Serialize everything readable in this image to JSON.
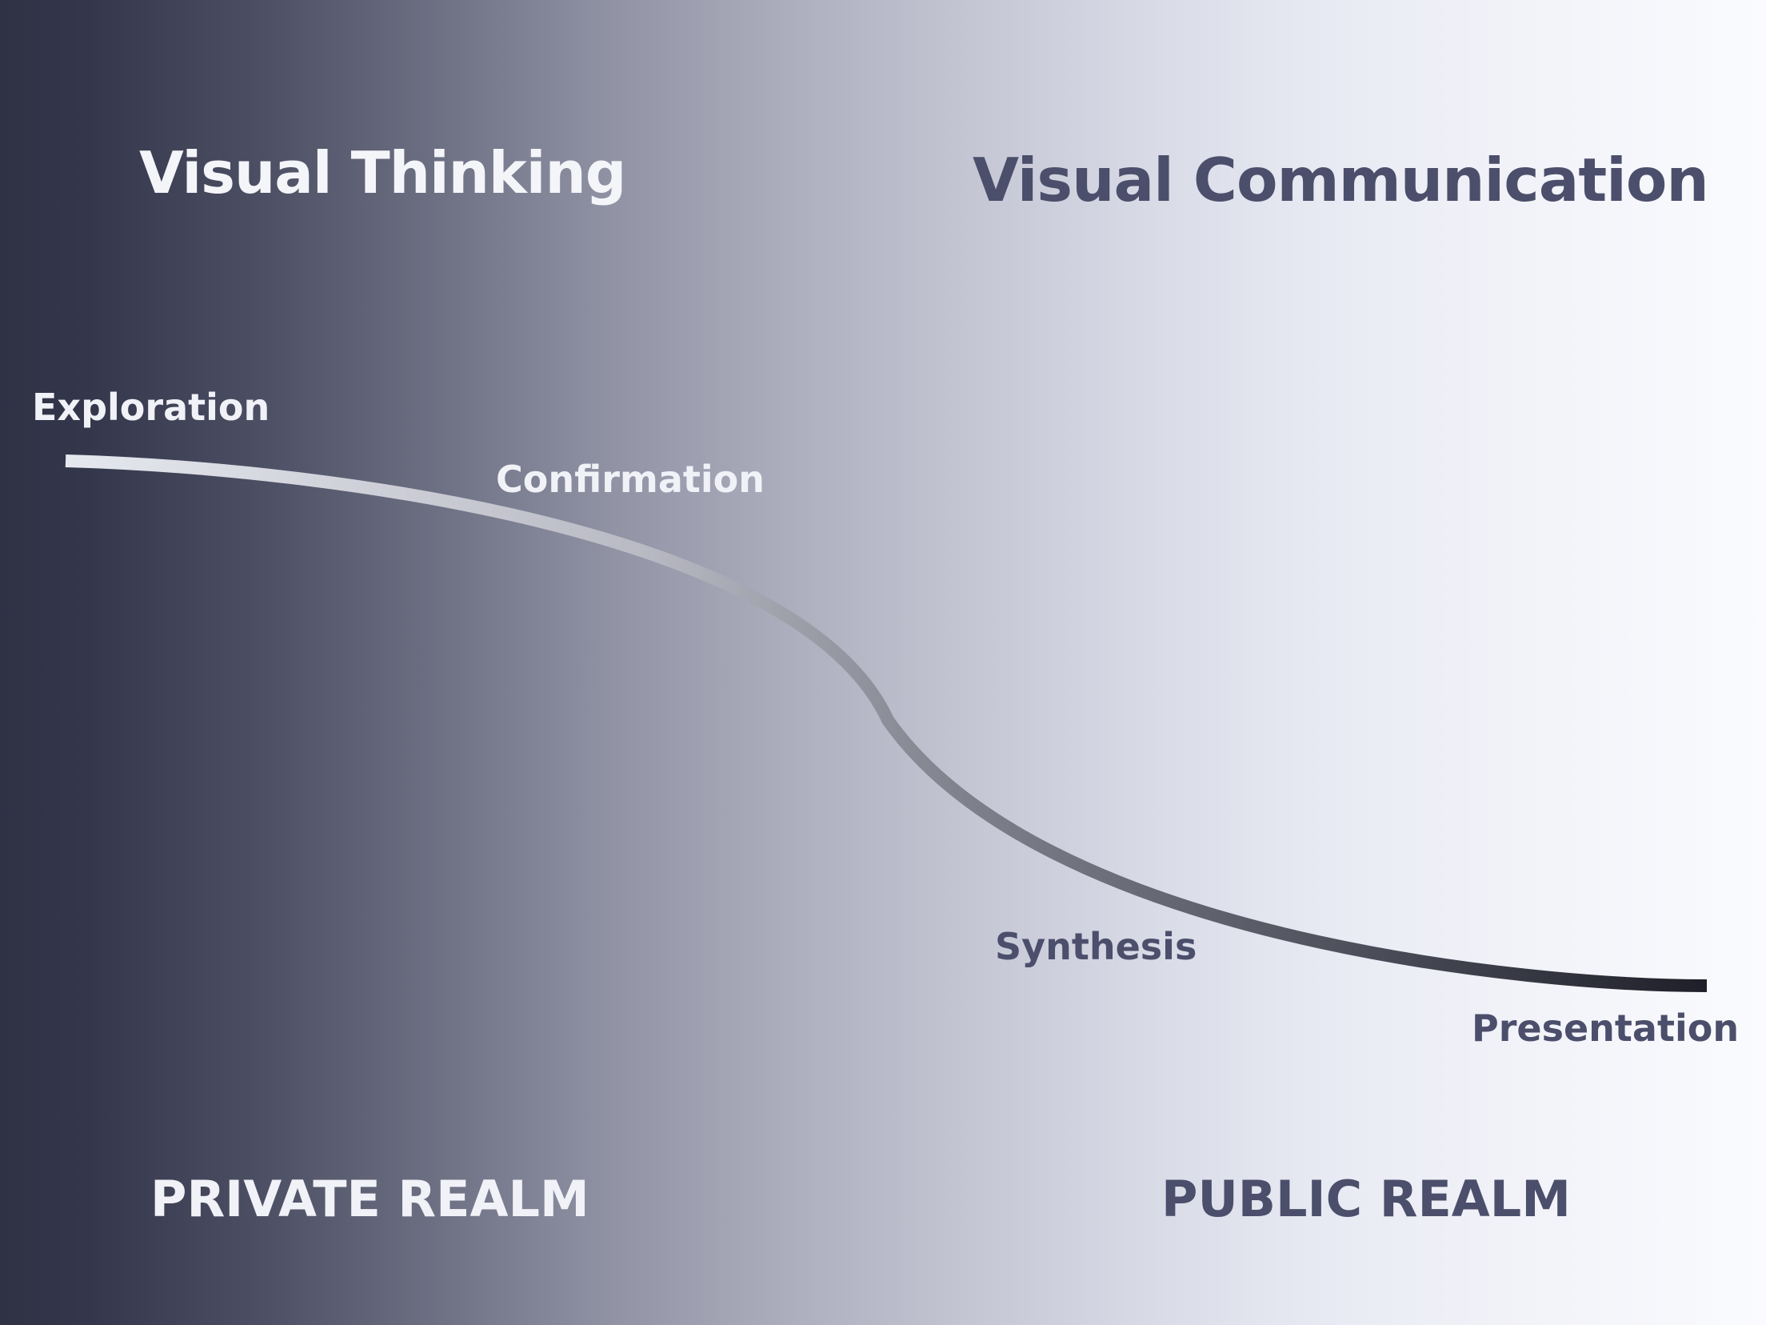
{
  "headings": {
    "left": "Visual Thinking",
    "right": "Visual Communication"
  },
  "stages": {
    "exploration": "Exploration",
    "confirmation": "Confirmation",
    "synthesis": "Synthesis",
    "presentation": "Presentation"
  },
  "realms": {
    "private": "PRIVATE REALM",
    "public": "PUBLIC REALM"
  },
  "colors": {
    "dark_navy": "#2f3245",
    "light_text": "#f1f2f7",
    "dark_text": "#4b4f6b",
    "curve_start": "#e6e8ef",
    "curve_end": "#1e1f29",
    "background_right": "#fafbfe"
  }
}
